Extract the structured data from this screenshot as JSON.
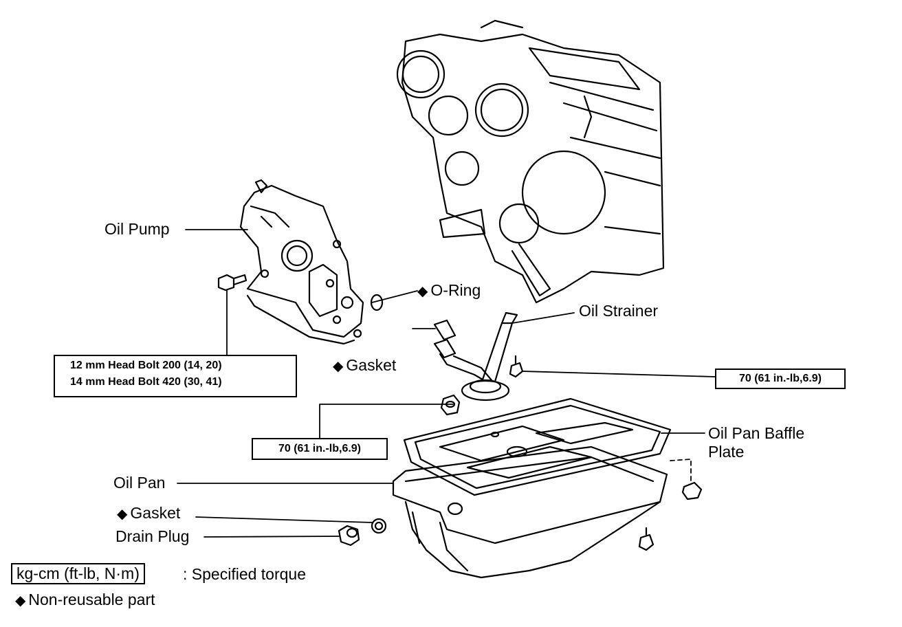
{
  "labels": {
    "oil_pump": "Oil Pump",
    "o_ring": "O-Ring",
    "oil_strainer": "Oil Strainer",
    "gasket_strainer": "Gasket",
    "oil_pan_baffle_line1": "Oil Pan Baffle",
    "oil_pan_baffle_line2": "Plate",
    "oil_pan": "Oil Pan",
    "gasket_drain": "Gasket",
    "drain_plug": "Drain Plug"
  },
  "torque_boxes": {
    "head_bolt_12": "12 mm Head Bolt 200 (14, 20)",
    "head_bolt_14": "14 mm Head Bolt 420 (30, 41)",
    "strainer_bolt": "70 (61 in.-lb,6.9)",
    "baffle_nut": "70 (61 in.-lb,6.9)"
  },
  "legend": {
    "torque_unit": "kg-cm (ft-lb, N·m)",
    "torque_desc": ": Specified torque",
    "non_reusable": "Non-reusable part"
  },
  "symbols": {
    "non_reusable_marker": "◆"
  }
}
